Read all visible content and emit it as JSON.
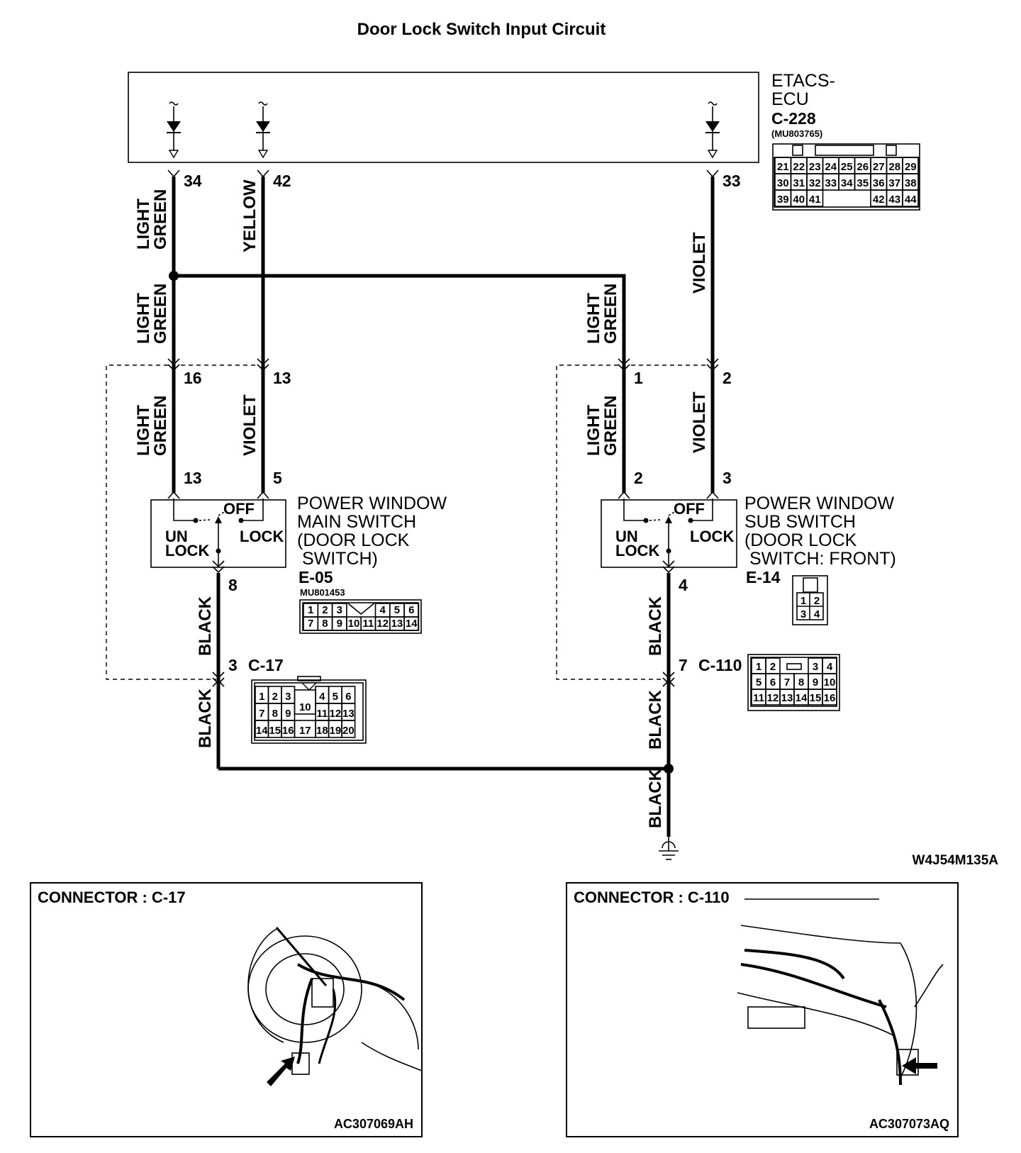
{
  "title": "Door Lock Switch Input Circuit",
  "ecu": {
    "name_line1": "ETACS-",
    "name_line2": "ECU",
    "connector": "C-228",
    "part": "(MU803765)",
    "pins": {
      "p34": "34",
      "p42": "42",
      "p33": "33"
    },
    "pinout_rows": [
      [
        "21",
        "22",
        "23",
        "24",
        "25",
        "26",
        "27",
        "28",
        "29"
      ],
      [
        "30",
        "31",
        "32",
        "33",
        "34",
        "35",
        "36",
        "37",
        "38"
      ],
      [
        "39",
        "40",
        "41",
        "42",
        "43",
        "44"
      ]
    ]
  },
  "wires": {
    "light_green": "LIGHT GREEN",
    "yellow": "YELLOW",
    "violet": "VIOLET",
    "black": "BLACK",
    "light_green_l1": "LIGHT",
    "light_green_l2": "GREEN"
  },
  "main_switch": {
    "label_lines": [
      "POWER WINDOW",
      "MAIN SWITCH",
      "(DOOR LOCK",
      " SWITCH)"
    ],
    "connector": "E-05",
    "part": "MU801453",
    "off": "OFF",
    "lock": "LOCK",
    "unlock_l1": "UN",
    "unlock_l2": "LOCK",
    "pins": {
      "p16": "16",
      "p13a": "13",
      "p13b": "13",
      "p5": "5",
      "p8": "8"
    },
    "pinout_rows": [
      [
        "1",
        "2",
        "3",
        "4",
        "5",
        "6"
      ],
      [
        "7",
        "8",
        "9",
        "10",
        "11",
        "12",
        "13",
        "14"
      ]
    ]
  },
  "sub_switch": {
    "label_lines": [
      "POWER WINDOW",
      "SUB SWITCH",
      "(DOOR LOCK",
      " SWITCH: FRONT)"
    ],
    "connector": "E-14",
    "off": "OFF",
    "lock": "LOCK",
    "unlock_l1": "UN",
    "unlock_l2": "LOCK",
    "pins": {
      "p1": "1",
      "p2a": "2",
      "p2b": "2",
      "p3": "3",
      "p4": "4"
    },
    "pinout": [
      "1",
      "2",
      "3",
      "4"
    ]
  },
  "c17": {
    "connector": "C-17",
    "pin": "3",
    "pinout_rows": [
      [
        "1",
        "2",
        "3",
        "10",
        "4",
        "5",
        "6"
      ],
      [
        "7",
        "8",
        "9",
        "11",
        "12",
        "13"
      ],
      [
        "14",
        "15",
        "16",
        "17",
        "18",
        "19",
        "20"
      ]
    ]
  },
  "c110": {
    "connector": "C-110",
    "pin": "7",
    "pinout_rows": [
      [
        "1",
        "2",
        "3",
        "4"
      ],
      [
        "5",
        "6",
        "7",
        "8",
        "9",
        "10"
      ],
      [
        "11",
        "12",
        "13",
        "14",
        "15",
        "16"
      ]
    ]
  },
  "diagram_code": "W4J54M135A",
  "panels": [
    {
      "title": "CONNECTOR : C-17",
      "code": "AC307069AH"
    },
    {
      "title": "CONNECTOR : C-110",
      "code": "AC307073AQ"
    }
  ]
}
